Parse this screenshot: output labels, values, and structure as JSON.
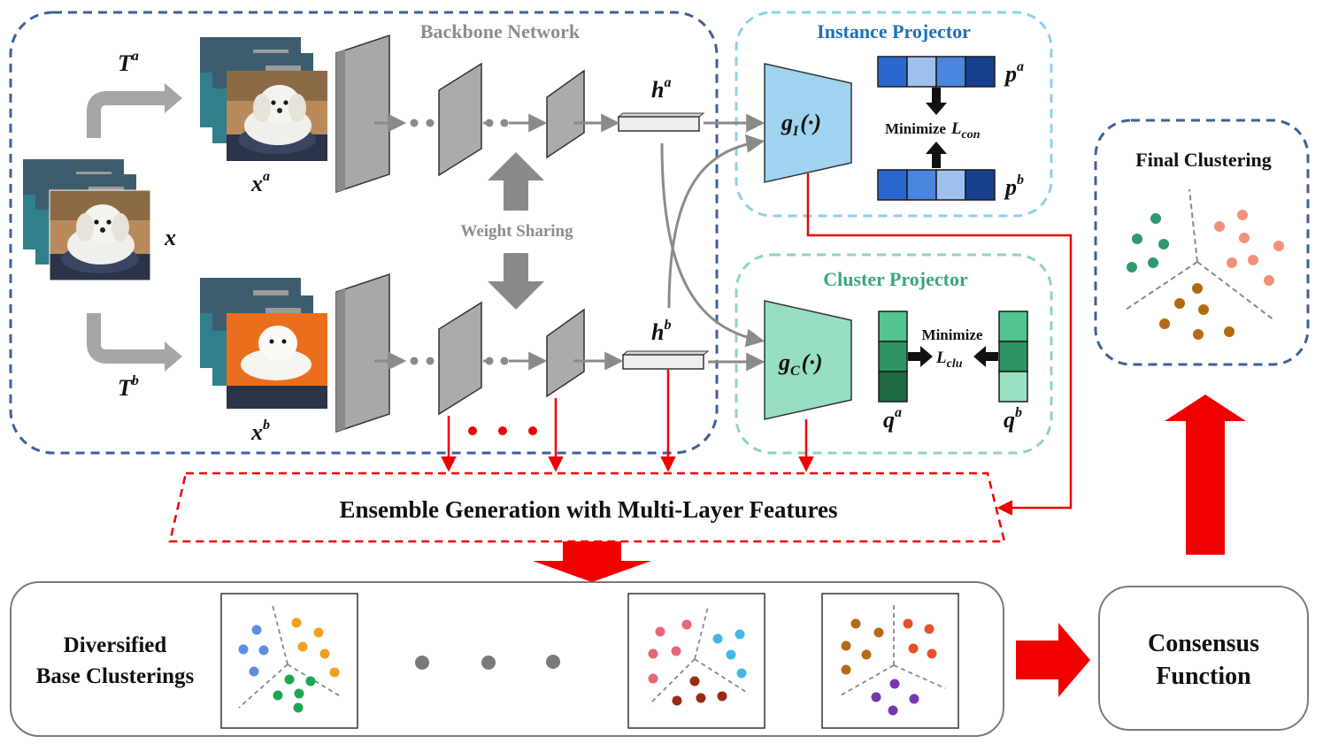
{
  "labels": {
    "backbone": "Backbone Network",
    "instance_projector": "Instance Projector",
    "cluster_projector": "Cluster Projector",
    "weight_sharing": "Weight Sharing",
    "final_clustering": "Final Clustering",
    "ensemble": "Ensemble Generation with Multi-Layer Features",
    "diversified_line1": "Diversified",
    "diversified_line2": "Base Clusterings",
    "consensus_line1": "Consensus",
    "consensus_line2": "Function",
    "minimize_con": "Minimize",
    "minimize_clu": "Minimize"
  },
  "math": {
    "Ta": {
      "base": "T",
      "sup": "a"
    },
    "Tb": {
      "base": "T",
      "sup": "b"
    },
    "x": {
      "base": "x"
    },
    "xa": {
      "base": "x",
      "sup": "a"
    },
    "xb": {
      "base": "x",
      "sup": "b"
    },
    "ha": {
      "base": "h",
      "sup": "a"
    },
    "hb": {
      "base": "h",
      "sup": "b"
    },
    "pa": {
      "base": "p",
      "sup": "a"
    },
    "pb": {
      "base": "p",
      "sup": "b"
    },
    "qa": {
      "base": "q",
      "sup": "a"
    },
    "qb": {
      "base": "q",
      "sup": "b"
    },
    "gI": {
      "base": "g",
      "sub": "I",
      "rest": "(·)"
    },
    "gC": {
      "base": "g",
      "sub": "C",
      "rest": "(·)"
    },
    "Lcon": {
      "base": "L",
      "sub": "con"
    },
    "Lclu": {
      "base": "L",
      "sub": "clu"
    }
  },
  "colors": {
    "backbone_border": "#3f5f9a",
    "instance_border": "#8fd0e6",
    "cluster_border": "#90d4b8",
    "final_border": "#3f5f9a",
    "instance_title": "#1f6fb5",
    "cluster_title": "#3aa57f",
    "gray_text": "#8c8c8c",
    "red": "#f00000",
    "gI_fill": "#9fd3f0",
    "gC_fill": "#97dec0"
  },
  "icons": {
    "dog_images": "dog-photo-stack-icon"
  }
}
